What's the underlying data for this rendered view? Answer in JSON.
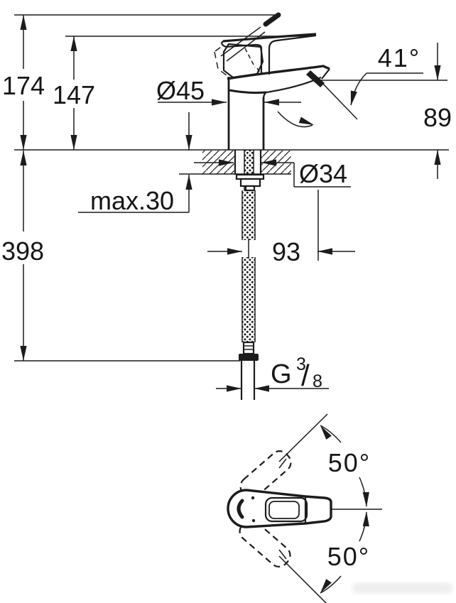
{
  "drawing": {
    "side_view": {
      "total_height": "174",
      "lever_tip_height": "147",
      "body_diameter": "Ø45",
      "lever_open_angle": "41°",
      "spout_outlet_height": "89",
      "shank_diameter": "Ø34",
      "max_mounting_thickness": "max.30",
      "hose_length_below_deck": "398",
      "spout_reach": "93",
      "thread": {
        "prefix": "G",
        "numerator": "3",
        "slash": "/",
        "denominator": "8"
      }
    },
    "top_view": {
      "handle_swing_up": "50°",
      "handle_swing_down": "50°"
    },
    "colors": {
      "line": "#1c1c1c",
      "background": "#ffffff",
      "watermark": "#ececec"
    }
  }
}
